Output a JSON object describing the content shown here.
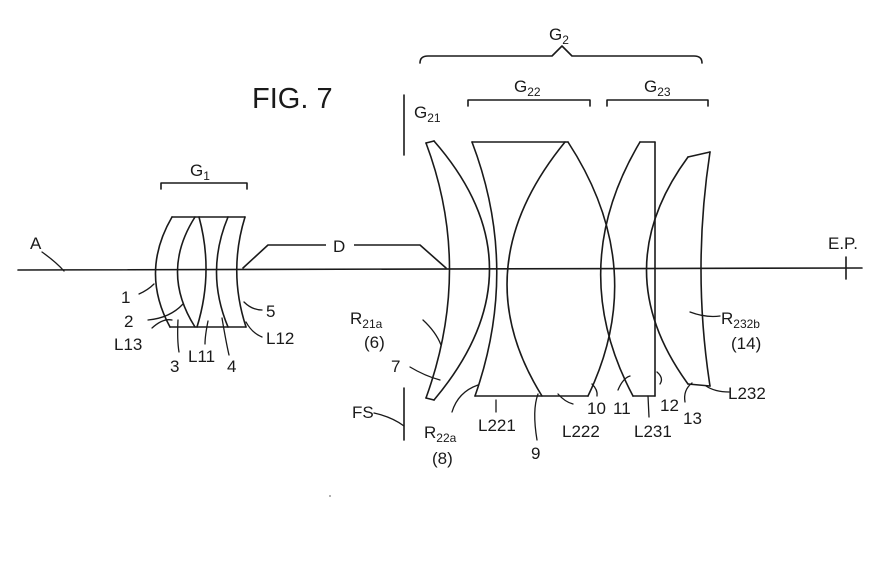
{
  "figure_title": "FIG. 7",
  "axis_label": "A",
  "exit_pupil_label": "E.P.",
  "distance_label": "D",
  "field_stop_label": "FS",
  "groups": {
    "g1": {
      "main": "G",
      "sub": "1"
    },
    "g2": {
      "main": "G",
      "sub": "2"
    },
    "g21": {
      "main": "G",
      "sub": "21"
    },
    "g22": {
      "main": "G",
      "sub": "22"
    },
    "g23": {
      "main": "G",
      "sub": "23"
    }
  },
  "surfaces": {
    "s1": "1",
    "s2": "2",
    "s3": "3",
    "s4": "4",
    "s5": "5",
    "s7": "7",
    "s9": "9",
    "s10": "10",
    "s11": "11",
    "s12": "12",
    "s13": "13"
  },
  "lenses": {
    "l11": "L11",
    "l12": "L12",
    "l13": "L13",
    "l221": "L221",
    "l222": "L222",
    "l231": "L231",
    "l232": "L232"
  },
  "radii": {
    "r21a": {
      "main": "R",
      "sub": "21a",
      "num": "(6)"
    },
    "r22a": {
      "main": "R",
      "sub": "22a",
      "num": "(8)"
    },
    "r232b": {
      "main": "R",
      "sub": "232b",
      "num": "(14)"
    }
  }
}
